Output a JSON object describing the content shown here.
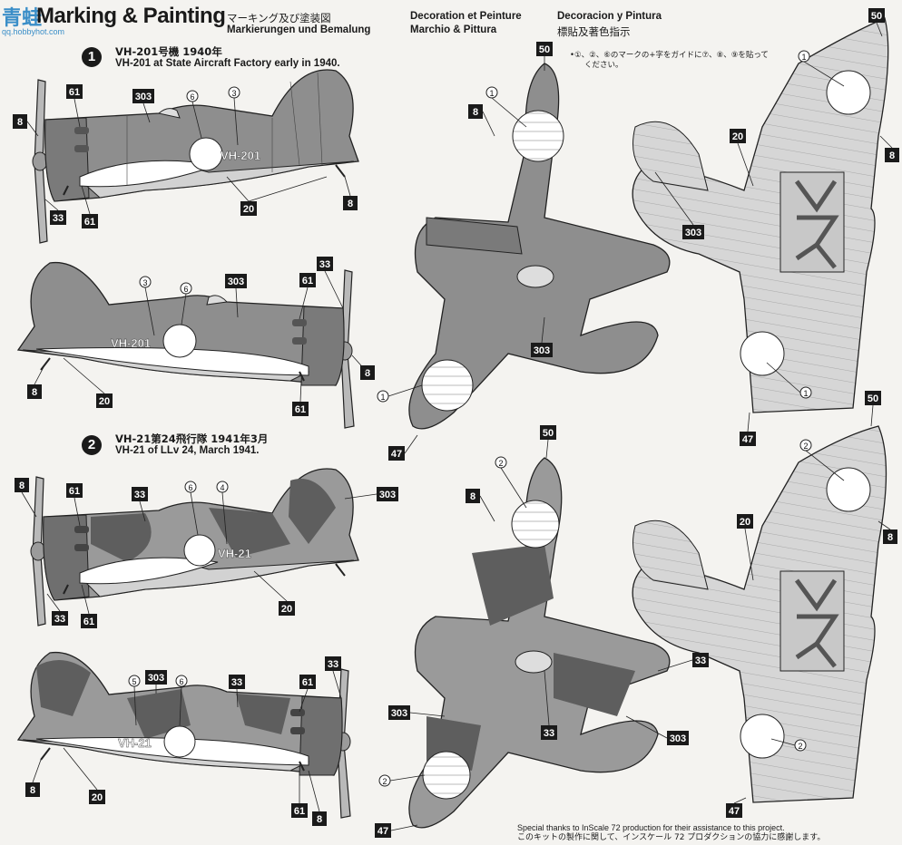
{
  "header": {
    "title": "Marking & Painting",
    "watermark": {
      "logo": "青蛙",
      "url": "qq.hobbyhot.com"
    },
    "languages": [
      "マーキング及び塗装図",
      "Markierungen und Bemalung",
      "Decoration et Peinture",
      "Marchio & Pittura",
      "Decoracion y Pintura",
      "標貼及著色指示"
    ]
  },
  "scheme1": {
    "number": "1",
    "caption_jp": "VH-201号機 1940年",
    "caption_en": "VH-201 at State Aircraft Factory early in 1940."
  },
  "scheme2": {
    "number": "2",
    "caption_jp": "VH-21第24飛行隊 1941年3月",
    "caption_en": "VH-21 of LLv 24, March 1941."
  },
  "note": {
    "line1": "•①、②、⑥のマークの+字をガイドに⑦、⑧、⑨を貼って",
    "line2": "ください。"
  },
  "fuselage_codes": {
    "scheme1": "VH-201",
    "scheme2": "VH-21"
  },
  "callouts": {
    "c1": "1",
    "c2": "2",
    "c3": "3",
    "c4": "4",
    "c5": "5",
    "c6": "6",
    "c8": "8",
    "c20": "20",
    "c33": "33",
    "c47": "47",
    "c50": "50",
    "c61": "61",
    "c303": "303"
  },
  "footer": {
    "line1": "Special thanks to InScale 72 production for their assistance to this project.",
    "line2": "このキットの製作に関して、インスケール 72 プロダクションの協力に感謝します。"
  },
  "colors": {
    "grey": "#8e8e8e",
    "dark_grey": "#6f6f6f",
    "light_grey": "#d2d2d2",
    "camo_dark": "#5e5e5e",
    "camo_mid": "#9a9a9a",
    "paper": "#f4f3f0"
  }
}
